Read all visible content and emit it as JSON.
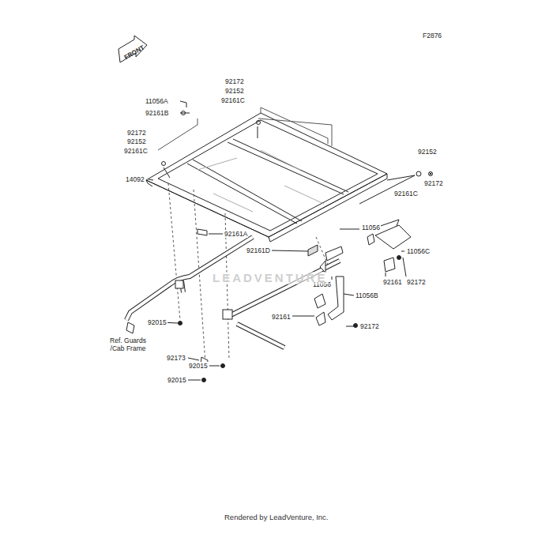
{
  "diagram": {
    "labels": [
      "F2876",
      "FRONT",
      "92172",
      "92152",
      "92161C",
      "11056A",
      "92161B",
      "92172",
      "92152",
      "92161C",
      "92152",
      "14092",
      "92172",
      "92161C",
      "11056",
      "92161A",
      "11056C",
      "92161D",
      "92161",
      "92172",
      "11056",
      "11056B",
      "92161",
      "92172",
      "92015",
      "Ref. Guards /Cab Frame",
      "92015",
      "92173",
      "92015",
      "LEADVENTURE",
      "Rendered by LeadVenture, Inc."
    ]
  }
}
